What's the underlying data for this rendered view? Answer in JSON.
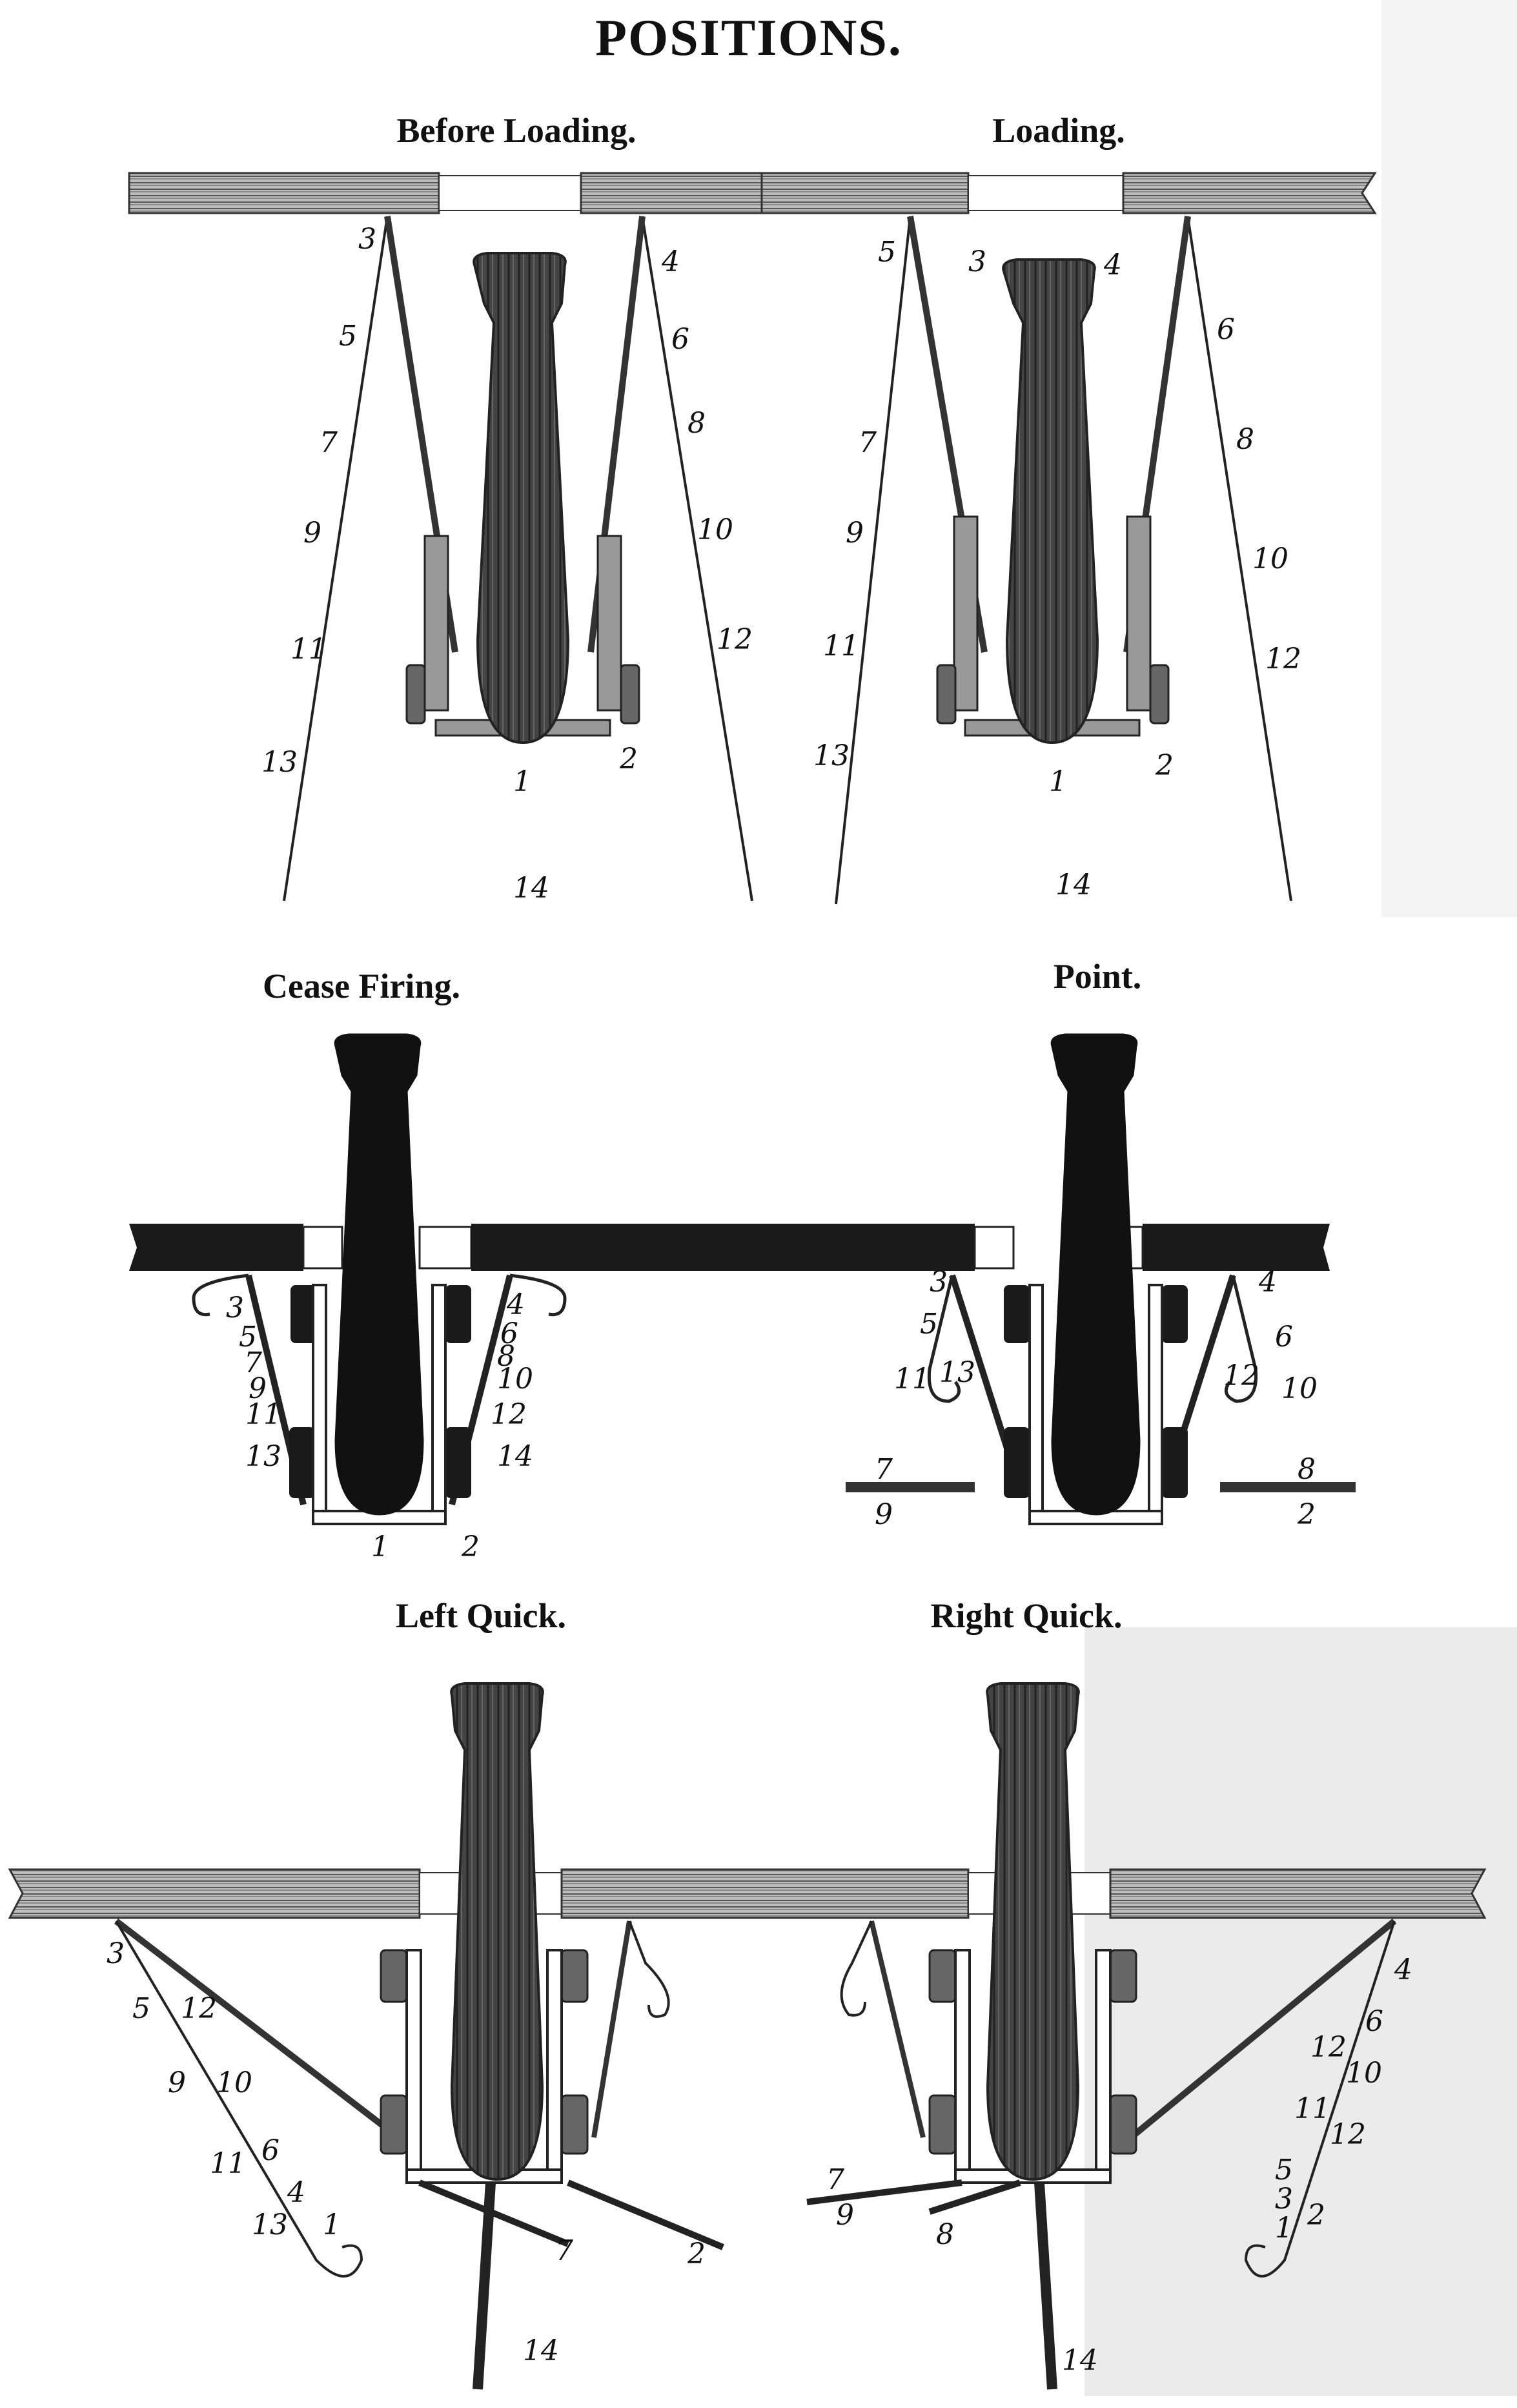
{
  "page": {
    "title": "POSITIONS."
  },
  "panels": [
    {
      "id": "before-loading",
      "caption": "Before Loading.",
      "labels": [
        "3",
        "5",
        "7",
        "9",
        "11",
        "13",
        "4",
        "6",
        "8",
        "10",
        "12",
        "1",
        "2",
        "14"
      ]
    },
    {
      "id": "loading",
      "caption": "Loading.",
      "labels": [
        "5",
        "3",
        "4",
        "7",
        "9",
        "11",
        "13",
        "6",
        "8",
        "10",
        "12",
        "1",
        "2",
        "14"
      ]
    },
    {
      "id": "cease-firing",
      "caption": "Cease Firing.",
      "labels": [
        "3",
        "5",
        "7",
        "9",
        "11",
        "13",
        "4",
        "6",
        "8",
        "10",
        "12",
        "14",
        "1",
        "2"
      ]
    },
    {
      "id": "point",
      "caption": "Point.",
      "labels": [
        "3",
        "5",
        "11",
        "13",
        "4",
        "6",
        "12",
        "10",
        "7",
        "9",
        "8",
        "2"
      ]
    },
    {
      "id": "left-quick",
      "caption": "Left Quick.",
      "labels": [
        "3",
        "5",
        "12",
        "9",
        "10",
        "11",
        "6",
        "4",
        "1",
        "13",
        "7",
        "2",
        "14"
      ]
    },
    {
      "id": "right-quick",
      "caption": "Right Quick.",
      "labels": [
        "4",
        "6",
        "12",
        "10",
        "11",
        "12",
        "5",
        "3",
        "1",
        "2",
        "7",
        "9",
        "8",
        "14"
      ]
    }
  ],
  "colors": {
    "ink": "#1a1a1a",
    "paper": "#ffffff",
    "wood": "#8a8a8a",
    "page_shade": "#ececec"
  }
}
